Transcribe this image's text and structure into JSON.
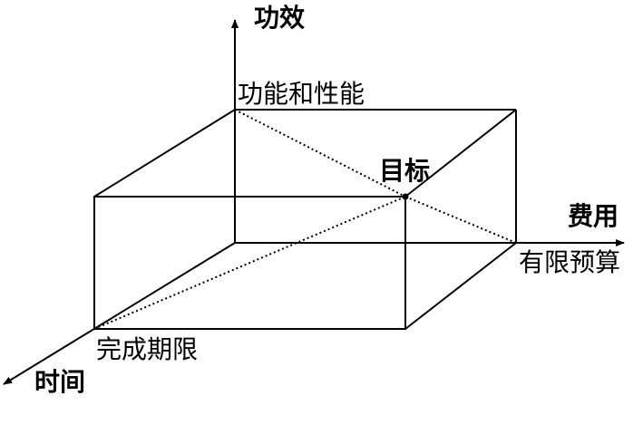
{
  "labels": {
    "axis_efficacy": "功效",
    "function_performance": "功能和性能",
    "target": "目标",
    "axis_cost": "费用",
    "limited_budget": "有限预算",
    "completion_deadline": "完成期限",
    "axis_time": "时间"
  },
  "colors": {
    "line": "#000000",
    "background": "#ffffff"
  }
}
